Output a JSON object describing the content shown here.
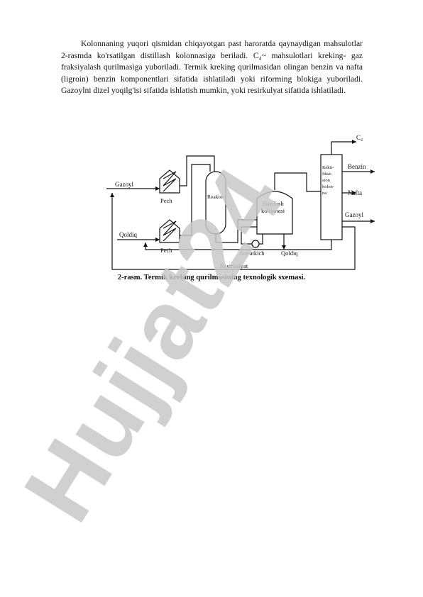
{
  "paragraph": "Kolonnaning yuqori qismidan chiqayotgan past haroratda qaynaydigan mahsulotlar 2-rasmda ko'rsatilgan distillash kolonnasiga beriladi. C₄~ mahsulotlari kreking- gaz fraksiyalash qurilmasiga yuboriladi. Termik kreking qurilmasidan olingan benzin va nafta (ligroin) benzin komponentlari sifatida ishlatiladi yoki riforming blokiga yuboriladi. Gazoylni dizel yoqilg'isi sifatida ishlatish mumkin, yoki resirkulyat sifatida ishlatiladi.",
  "diagram": {
    "labels": {
      "gazoyl_in": "Gazoyl",
      "qoldiq_in": "Qoldiq",
      "pech_top": "Pech",
      "pech_bottom": "Pech",
      "reaktor": "Reaktor",
      "haydash_1": "Haydash",
      "haydash_2": "kolonnasi",
      "sovutkich": "Sovutkich",
      "qoldiq_out": "Qoldiq",
      "rekt_1": "Rekti-",
      "rekt_2": "fikat-",
      "rekt_3": "sion",
      "rekt_4": "kolon-",
      "rekt_5": "na",
      "c4": "C₄",
      "benzin": "Benzin",
      "nafta": "Nafta",
      "gazoyl_out": "Gazoyl",
      "resirkulyat": "Resirkulyat"
    }
  },
  "caption": "2-rasm. Termik kreking qurilmasining texnologik sxemasi.",
  "watermark": {
    "text": "Hujjat24",
    "color": "#c8c8c8"
  }
}
